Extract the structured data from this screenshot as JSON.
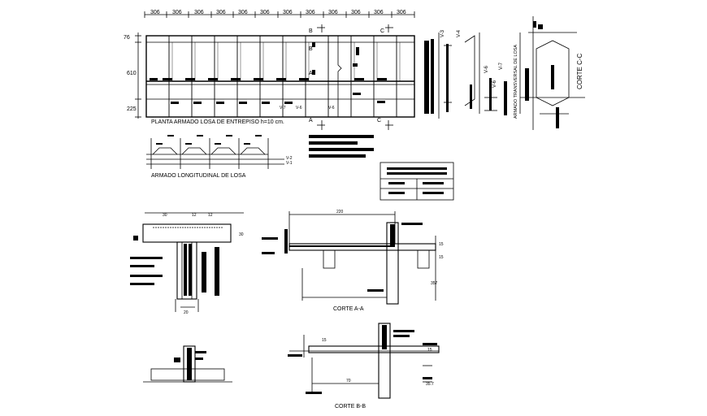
{
  "plan": {
    "bay_dims": [
      "306",
      "306",
      "306",
      "306",
      "306",
      "306",
      "306",
      "306",
      "306",
      "306",
      "306",
      "306"
    ],
    "heights": [
      "76",
      "610",
      "225"
    ],
    "title": "PLANTA ARMADO LOSA DE ENTREPISO h=10 cm.",
    "beam_labels": [
      "V-6",
      "V-7",
      "V-4",
      "V-6",
      "V-3",
      "V-6"
    ],
    "cut_letters": [
      "B",
      "A",
      "C",
      "B",
      "A",
      "C"
    ]
  },
  "longitudinal": {
    "title": "ARMADO LONGITUDINAL DE LOSA",
    "beam_labels": [
      "V-2",
      "V-1"
    ]
  },
  "corte_cc": {
    "title": "CORTE C-C",
    "side_label": "ARMADO TRANSVERSAL DE LOSA",
    "beam_labels": [
      "V-4",
      "V-6",
      "V-7"
    ]
  },
  "corte_aa": {
    "title": "CORTE A-A",
    "dim_top": "220",
    "dims": [
      "15",
      "15",
      "357"
    ]
  },
  "corte_bb": {
    "title": "CORTE B-B",
    "dims": [
      "70",
      "15",
      "15",
      "35.7"
    ]
  },
  "detail": {
    "dims": [
      "30",
      "12",
      "12",
      "30",
      "20"
    ]
  }
}
